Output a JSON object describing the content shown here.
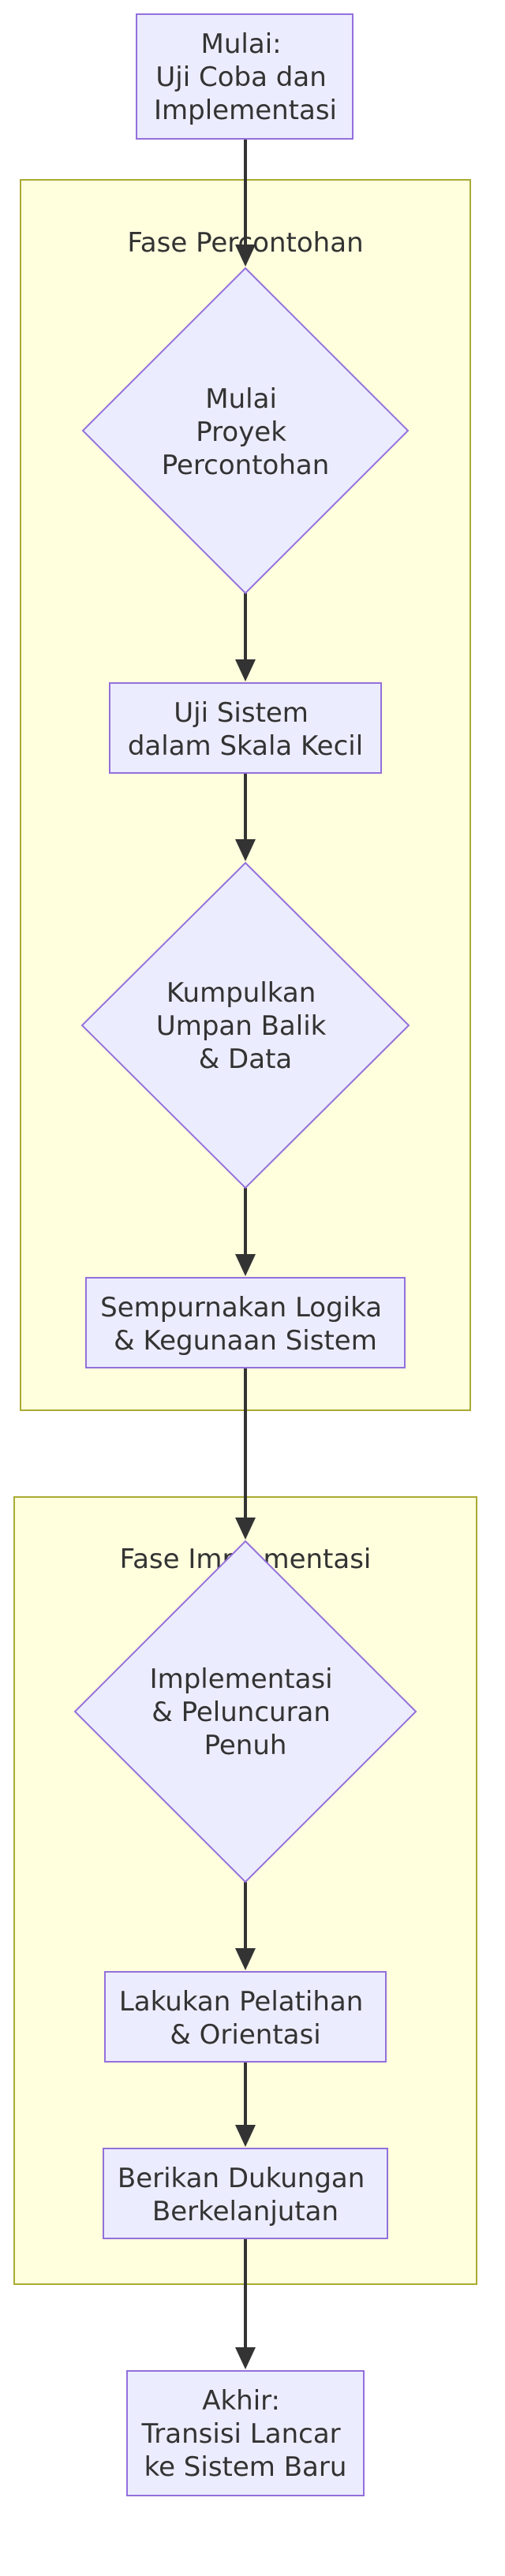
{
  "diagram": {
    "clusters": {
      "pilot": "Fase Percontohan",
      "impl": "Fase Implementasi"
    },
    "nodes": {
      "start": [
        "Mulai:",
        "Uji Coba dan",
        "Implementasi"
      ],
      "pilot_start": [
        "Mulai",
        "Proyek",
        "Percontohan"
      ],
      "small_test": [
        "Uji Sistem",
        "dalam Skala Kecil"
      ],
      "collect": [
        "Kumpulkan",
        "Umpan Balik",
        "& Data"
      ],
      "refine": [
        "Sempurnakan Logika",
        "& Kegunaan Sistem"
      ],
      "rollout": [
        "Implementasi",
        "& Peluncuran",
        "Penuh"
      ],
      "training": [
        "Lakukan Pelatihan",
        "& Orientasi"
      ],
      "support": [
        "Berikan Dukungan",
        "Berkelanjutan"
      ],
      "end": [
        "Akhir:",
        "Transisi Lancar",
        "ke Sistem Baru"
      ]
    },
    "edges": [
      [
        "start",
        "pilot_start"
      ],
      [
        "pilot_start",
        "small_test"
      ],
      [
        "small_test",
        "collect"
      ],
      [
        "collect",
        "refine"
      ],
      [
        "refine",
        "rollout"
      ],
      [
        "rollout",
        "training"
      ],
      [
        "training",
        "support"
      ],
      [
        "support",
        "end"
      ]
    ]
  }
}
